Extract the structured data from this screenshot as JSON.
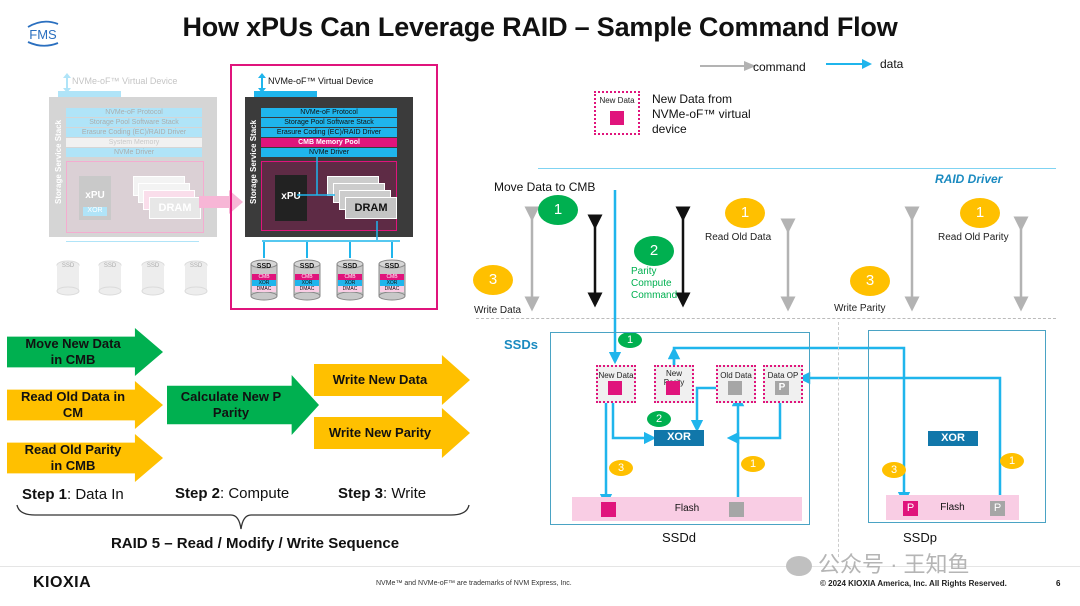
{
  "header": {
    "title": "How xPUs Can Leverage RAID – Sample Command Flow",
    "logo_text": "FMS"
  },
  "left_stack": {
    "virtual_device": "NVMe-oF™ Virtual Device",
    "side_label": "Storage Service Stack",
    "layers": [
      "NVMe-oF Protocol",
      "Storage Pool Software Stack",
      "Erasure Coding (EC)/RAID Driver",
      "System Memory",
      "NVMe Driver"
    ],
    "xpu": "xPU",
    "xor": "XOR",
    "dram": "DRAM",
    "ssd": "SSD"
  },
  "right_stack": {
    "virtual_device": "NVMe-oF™ Virtual Device",
    "side_label": "Storage Service Stack",
    "layers": [
      "NVMe-oF Protocol",
      "Storage Pool Software Stack",
      "Erasure Coding (EC)/RAID Driver",
      "CMB Memory Pool",
      "NVMe Driver"
    ],
    "xpu": "xPU",
    "dram": "DRAM",
    "ssd": "SSD",
    "ssd_parts": [
      "CMB",
      "XOR",
      "DMAC"
    ]
  },
  "steps": {
    "step1_arrows": [
      "Move New Data in CMB",
      "Read Old Data in CM",
      "Read Old Parity in CMB"
    ],
    "step2_arrow": "Calculate New P Parity",
    "step3_arrows": [
      "Write New Data",
      "Write New Parity"
    ],
    "step1_bold": "Step 1",
    "step1_rest": ": Data In",
    "step2_bold": "Step 2",
    "step2_rest": ": Compute",
    "step3_bold": "Step 3",
    "step3_rest": ": Write",
    "caption": "RAID 5 – Read / Modify / Write Sequence"
  },
  "flow": {
    "legend_command": "command",
    "legend_data": "data",
    "new_data_box": "New Data",
    "new_data_desc": "New Data from NVMe-oF™ virtual device",
    "raid_driver": "RAID Driver",
    "move_data": "Move Data to CMB",
    "read_old_data": "Read Old Data",
    "read_old_parity": "Read Old Parity",
    "parity_compute": "Parity Compute Command",
    "write_data": "Write Data",
    "write_parity": "Write Parity",
    "ssds": "SSDs",
    "box_new_data": "New Data",
    "box_new_parity": "New Parity",
    "box_old_data": "Old Data",
    "box_data_op": "Data OP",
    "p": "P",
    "xor": "XOR",
    "flash": "Flash",
    "ssdd": "SSDd",
    "ssdp": "SSDp",
    "bubbles": {
      "one": "1",
      "two": "2",
      "three": "3"
    }
  },
  "colors": {
    "green": "#00b050",
    "yellow": "#ffc000",
    "cyan": "#1fb5ec",
    "magenta": "#e0147c",
    "xor_blue": "#1177aa"
  },
  "footer": {
    "brand": "KIOXIA",
    "trademark": "NVMe™ and NVMe-oF™ are trademarks of NVM Express, Inc.",
    "copyright": "© 2024 KIOXIA America, Inc. All Rights Reserved.",
    "page": "6",
    "watermark": "公众号 · 王知鱼"
  }
}
